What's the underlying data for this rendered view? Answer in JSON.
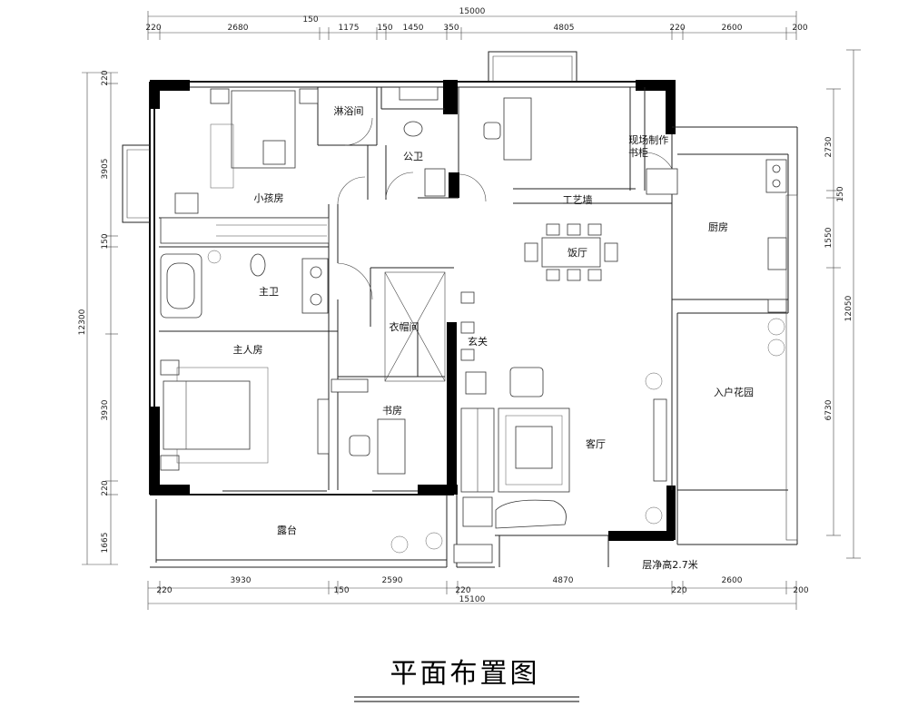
{
  "dimensions": {
    "top_total": "15000",
    "top_segments": [
      "220",
      "2680",
      "150",
      "1175",
      "150",
      "1450",
      "350",
      "4805",
      "220",
      "2600",
      "200"
    ],
    "bottom_total": "15100",
    "bottom_segments": [
      "220",
      "3930",
      "150",
      "2590",
      "220",
      "4870",
      "220",
      "2600",
      "200"
    ],
    "left_total": "12300",
    "left_segments": [
      "220",
      "3905",
      "150",
      "3930",
      "220",
      "1665"
    ],
    "right_total": "12050",
    "right_segments": [
      "2730",
      "150",
      "1550",
      "6730"
    ]
  },
  "rooms": {
    "child_room": "小孩房",
    "shower": "淋浴间",
    "public_bath": "公卫",
    "cabinet": "现场制作\n书柜",
    "craft_wall": "工艺墙",
    "kitchen": "厨房",
    "dining": "饭厅",
    "master_bath": "主卫",
    "closet": "衣帽间",
    "entry": "玄关",
    "master_room": "主人房",
    "study": "书房",
    "living": "客厅",
    "garden": "入户花园",
    "terrace": "露台"
  },
  "note": "层净高2.7米",
  "title": "平面布置图"
}
